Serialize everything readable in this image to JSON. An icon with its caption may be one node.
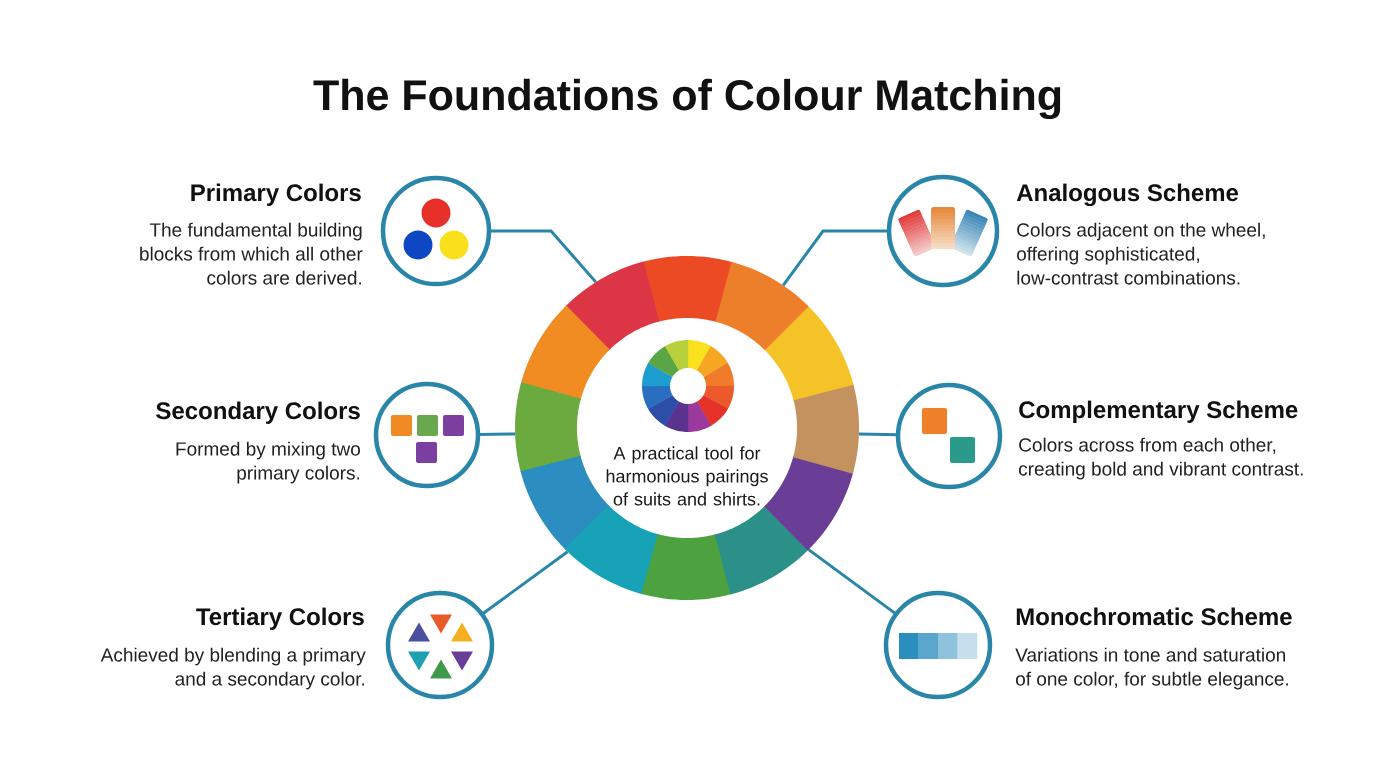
{
  "diagram": {
    "title": "The Foundations of Colour Matching",
    "nodes": [
      {
        "text": [],
        "shape": "circle",
        "beside": [
          "Primary Colors",
          "The fundamental building blocks from which all other colors are derived."
        ]
      },
      {
        "text": [],
        "shape": "circle",
        "beside": [
          "Analogous Scheme",
          "Colors adjacent on the wheel, offering sophisticated, low-contrast combinations."
        ]
      },
      {
        "text": [
          "A practical tool for harmonious pairings of suits and shirts."
        ]
      },
      {
        "text": [],
        "shape": "circle",
        "beside": [
          "Secondary Colors",
          "Formed by mixing two primary colors."
        ]
      },
      {
        "text": [],
        "shape": "circle",
        "beside": [
          "Complementary Scheme",
          "Colors across from each other, creating bold and vibrant contrast."
        ]
      },
      {
        "text": [],
        "shape": "circle",
        "beside": [
          "Tertiary Colors",
          "Achieved by blending a primary and a secondary color."
        ]
      },
      {
        "text": [],
        "shape": "circle",
        "beside": [
          "Monochromatic Scheme",
          "Variations in tone and saturation of one color, for subtle elegance."
        ]
      }
    ],
    "edges": [
      {
        "from": 2,
        "to": 0,
        "arrow": "none"
      },
      {
        "from": 2,
        "to": 1,
        "arrow": "none"
      },
      {
        "from": 2,
        "to": 3,
        "arrow": "none"
      },
      {
        "from": 2,
        "to": 4,
        "arrow": "none"
      },
      {
        "from": 2,
        "to": 5,
        "arrow": "none"
      },
      {
        "from": 2,
        "to": 6,
        "arrow": "none"
      }
    ]
  }
}
